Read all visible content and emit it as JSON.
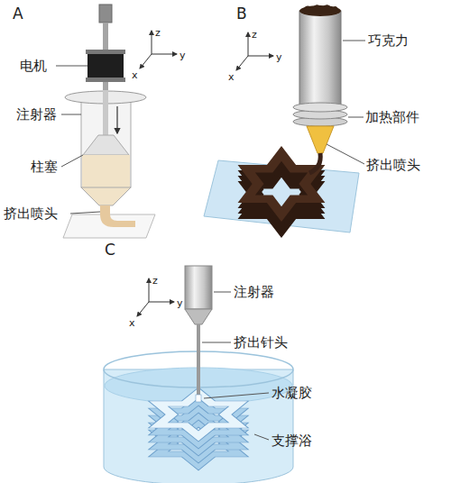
{
  "diagram": {
    "labels": [
      "A",
      "z",
      "y",
      "x",
      "电机",
      "注射器",
      "柱塞",
      "挤出喷头",
      "B",
      "z",
      "y",
      "x",
      "巧克力",
      "加热部件",
      "挤出喷头",
      "C",
      "z",
      "y",
      "x",
      "注射器",
      "挤出针头",
      "水凝胶",
      "支撑浴"
    ]
  }
}
